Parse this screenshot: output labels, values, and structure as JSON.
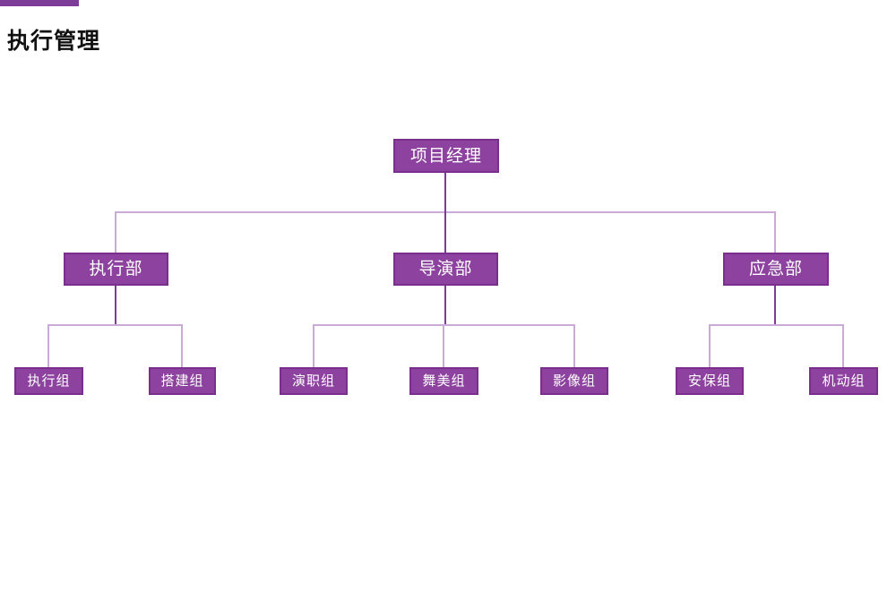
{
  "slide": {
    "title": "执行管理"
  },
  "colors": {
    "accent": "#7d3c98",
    "node_fill": "#8c429e",
    "node_border": "#7a2f8d",
    "line_light": "#c9abd6",
    "line_dark": "#7d3c98",
    "title_color": "#111111"
  },
  "org": {
    "root": {
      "label": "项目经理"
    },
    "departments": [
      {
        "label": "执行部",
        "teams": [
          {
            "label": "执行组"
          },
          {
            "label": "搭建组"
          }
        ]
      },
      {
        "label": "导演部",
        "teams": [
          {
            "label": "演职组"
          },
          {
            "label": "舞美组"
          },
          {
            "label": "影像组"
          }
        ]
      },
      {
        "label": "应急部",
        "teams": [
          {
            "label": "安保组"
          },
          {
            "label": "机动组"
          }
        ]
      }
    ]
  }
}
